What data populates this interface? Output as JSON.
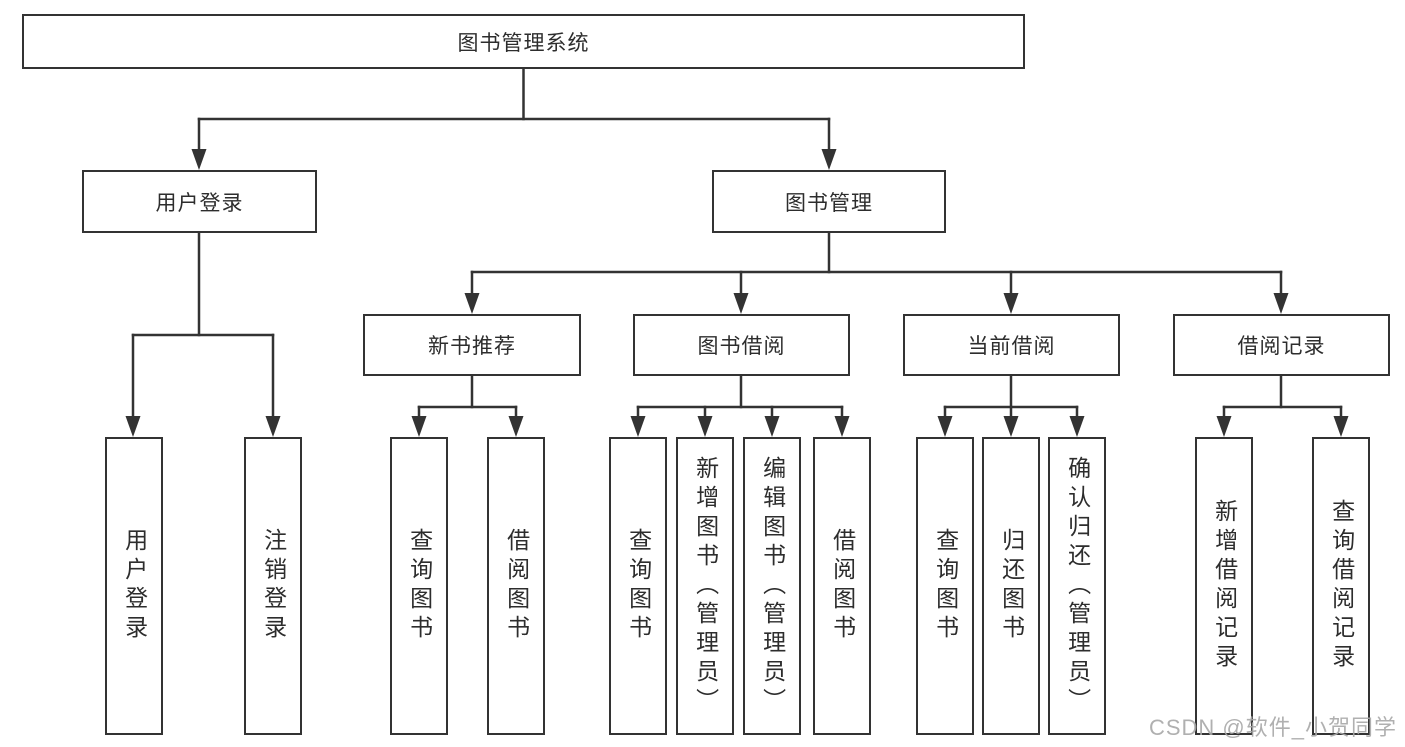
{
  "diagram": {
    "type": "hierarchy-tree",
    "line_color": "#333333",
    "box_background": "#ffffff",
    "text_color": "#2d2d2d"
  },
  "tree": {
    "root": {
      "label": "图书管理系统"
    },
    "branches": [
      {
        "label": "用户登录",
        "children": [
          {
            "label": "用户登录"
          },
          {
            "label": "注销登录"
          }
        ]
      },
      {
        "label": "图书管理",
        "children": [
          {
            "label": "新书推荐",
            "children": [
              {
                "label": "查询图书"
              },
              {
                "label": "借阅图书"
              }
            ]
          },
          {
            "label": "图书借阅",
            "children": [
              {
                "label": "查询图书"
              },
              {
                "label": "新增图书（管理员）"
              },
              {
                "label": "编辑图书（管理员）"
              },
              {
                "label": "借阅图书"
              }
            ]
          },
          {
            "label": "当前借阅",
            "children": [
              {
                "label": "查询图书"
              },
              {
                "label": "归还图书"
              },
              {
                "label": "确认归还（管理员）"
              }
            ]
          },
          {
            "label": "借阅记录",
            "children": [
              {
                "label": "新增借阅记录"
              },
              {
                "label": "查询借阅记录"
              }
            ]
          }
        ]
      }
    ]
  },
  "watermark": {
    "text": "CSDN @软件_小贺同学",
    "color": "#a8a8a8"
  }
}
